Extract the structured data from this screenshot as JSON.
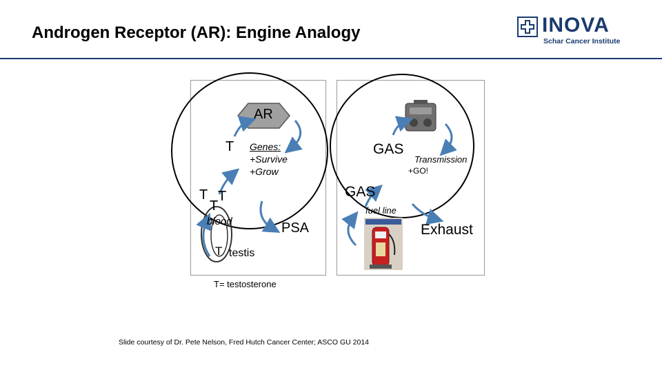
{
  "header": {
    "title": "Androgen Receptor  (AR): Engine Analogy",
    "logo_name": "INOVA",
    "logo_subtitle": "Schar Cancer Institute",
    "brand_color": "#1a3b6e"
  },
  "left_panel": {
    "receptor_label": "AR",
    "t_inside": "T",
    "genes_heading": "Genes:",
    "genes_survive": "+Survive",
    "genes_grow": "+Grow",
    "t_left": "T",
    "t_right": "T",
    "t_lower": "T",
    "blood_label": "blood",
    "psa_label": "PSA",
    "t_testis": "T",
    "testis_label": "testis",
    "legend": "T= testosterone"
  },
  "right_panel": {
    "gas_inside": "GAS",
    "transmission_label": "Transmission",
    "go_label": "+GO!",
    "gas_outside": "GAS",
    "fuel_line_label": "fuel line",
    "exhaust_label": "Exhaust"
  },
  "footer": {
    "credit": "Slide courtesy of Dr. Pete Nelson, Fred Hutch Cancer Center; ASCO GU 2014"
  },
  "colors": {
    "arrow": "#4a7fb5",
    "hexagon": "#a0a0a0",
    "engine": "#707070",
    "pump_red": "#c62020"
  }
}
